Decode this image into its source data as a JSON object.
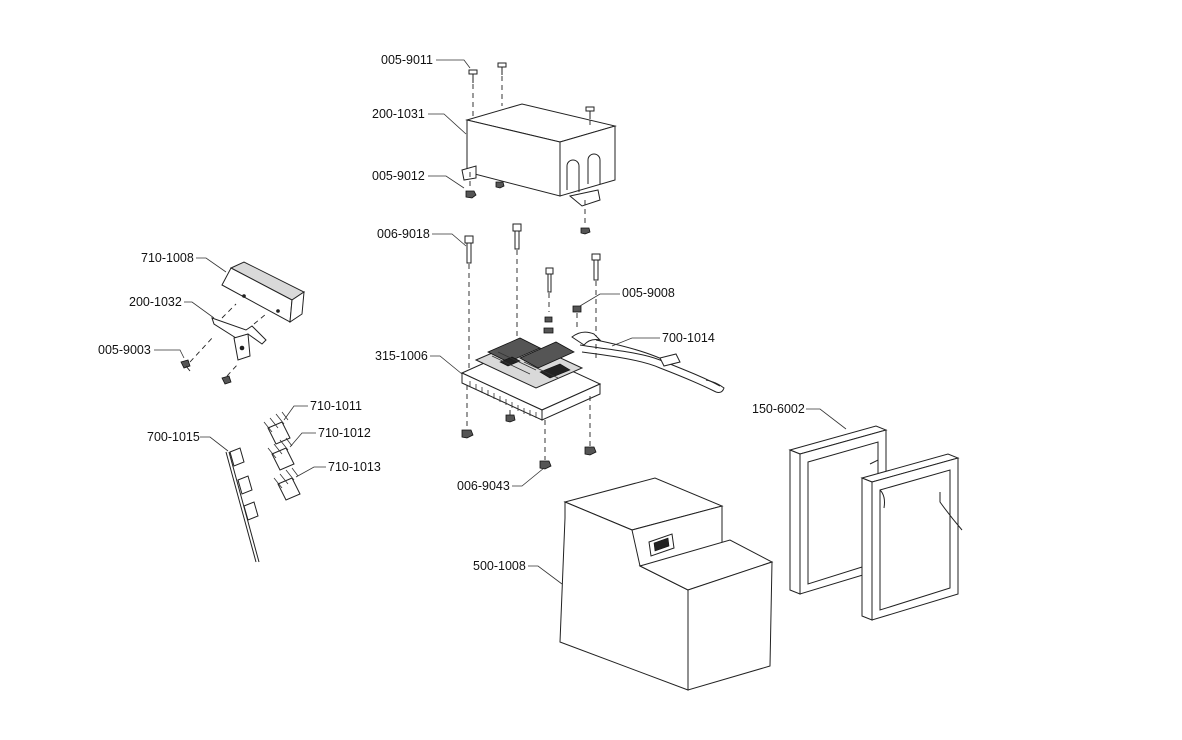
{
  "diagram": {
    "part_labels": [
      "005-9011",
      "200-1031",
      "005-9012",
      "006-9018",
      "005-9008",
      "710-1008",
      "200-1032",
      "005-9003",
      "315-1006",
      "700-1014",
      "710-1011",
      "710-1012",
      "700-1015",
      "710-1013",
      "006-9043",
      "150-6002",
      "500-1008"
    ]
  }
}
